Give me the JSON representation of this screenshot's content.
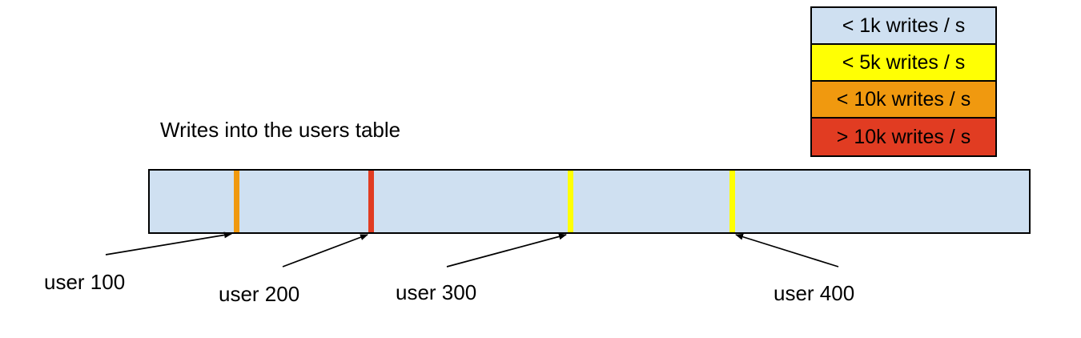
{
  "title": "Writes into the users table",
  "legend": {
    "items": [
      {
        "label": "< 1k writes / s",
        "color": "#cfe0f1"
      },
      {
        "label": "< 5k writes / s",
        "color": "#ffff04"
      },
      {
        "label": "< 10k writes / s",
        "color": "#f0990f"
      },
      {
        "label": "> 10k writes / s",
        "color": "#e13c22"
      }
    ]
  },
  "bar": {
    "fill_color": "#cfe0f1",
    "border_color": "#000000",
    "stripes": [
      {
        "user": "user 100",
        "rate_category": "< 10k writes / s",
        "color": "#f0990f"
      },
      {
        "user": "user 200",
        "rate_category": "> 10k writes / s",
        "color": "#e13c22"
      },
      {
        "user": "user 300",
        "rate_category": "< 5k writes / s",
        "color": "#ffff04"
      },
      {
        "user": "user 400",
        "rate_category": "< 5k writes / s",
        "color": "#ffff04"
      }
    ]
  },
  "annotations": [
    {
      "label": "user 100"
    },
    {
      "label": "user 200"
    },
    {
      "label": "user 300"
    },
    {
      "label": "user 400"
    }
  ]
}
